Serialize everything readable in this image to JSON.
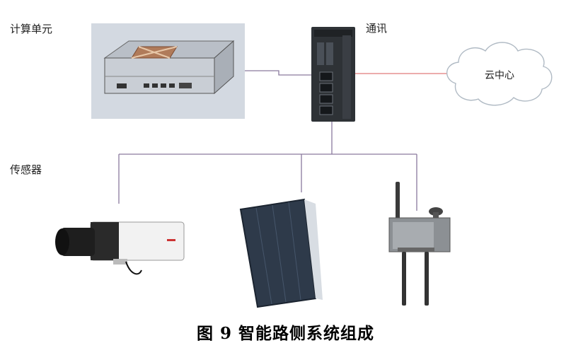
{
  "labels": {
    "compute_unit": "计算单元",
    "communication": "通讯",
    "sensors": "传感器",
    "cloud_center": "云中心"
  },
  "caption": "图 9 智能路侧系统组成",
  "colors": {
    "wire_purple": "#8a7a9e",
    "wire_red": "#e07a7a",
    "switch_body": "#2e3236",
    "compute_bg": "#cfd6df"
  },
  "icons": [
    "computer-unit-image",
    "network-switch-icon",
    "cloud-icon",
    "camera-icon",
    "radar-panel-icon",
    "lidar-unit-icon"
  ]
}
